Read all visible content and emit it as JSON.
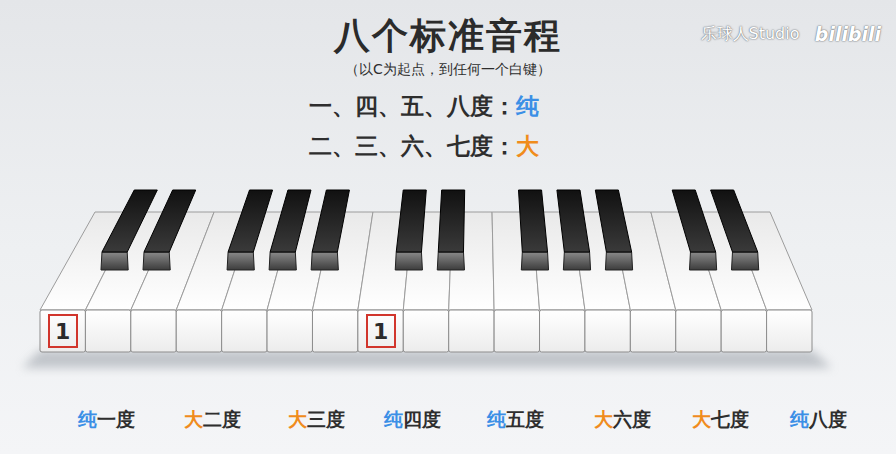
{
  "diagram": {
    "title": "八个标准音程",
    "nodes": [
      {
        "text": [
          "1"
        ]
      },
      {
        "text": [
          "1"
        ]
      }
    ],
    "labels": [
      "（以C为起点，到任何一个白键）",
      "一、四、五、八度：",
      "纯",
      "二、三、六、七度：",
      "大",
      "乐球人Studio",
      "bilibili",
      "纯",
      "一度",
      "大",
      "二度",
      "大",
      "三度",
      "纯",
      "四度",
      "纯",
      "五度",
      "大",
      "六度",
      "大",
      "七度",
      "纯",
      "八度"
    ]
  }
}
